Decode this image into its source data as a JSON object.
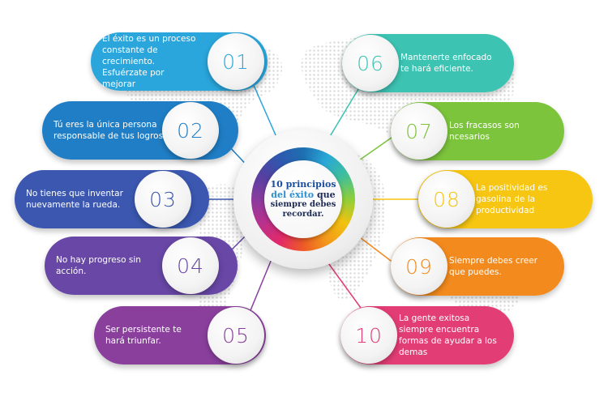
{
  "hub": {
    "title_part1": "10 principios",
    "title_part2": "del éxito",
    "title_part3": " que",
    "subtitle_line1": "siempre debes",
    "subtitle_line2": "recordar."
  },
  "principles": [
    {
      "number": "01",
      "text": "El éxito es un proceso constante de crecimiento. Esfuérzate por mejorar",
      "color": "#2aa6dc"
    },
    {
      "number": "02",
      "text": "Tú eres la única persona responsable de tus logros.",
      "color": "#1f7ec5"
    },
    {
      "number": "03",
      "text": "No tienes que inventar nuevamente la rueda.",
      "color": "#3b57b0"
    },
    {
      "number": "04",
      "text": "No hay progreso sin acción.",
      "color": "#6847a6"
    },
    {
      "number": "05",
      "text": "Ser persistente te hará triunfar.",
      "color": "#8a3f9d"
    },
    {
      "number": "06",
      "text": "Mantenerte enfocado te hará eficiente.",
      "color": "#3cc3b2"
    },
    {
      "number": "07",
      "text": "Los fracasos son ncesarios",
      "color": "#7cc43c"
    },
    {
      "number": "08",
      "text": "La positividad es gasolina de la productividad",
      "color": "#f6c612"
    },
    {
      "number": "09",
      "text": "Siempre debes creer que puedes.",
      "color": "#f28a1e"
    },
    {
      "number": "10",
      "text": "La gente exitosa siempre encuentra formas de ayudar a los demas",
      "color": "#e23d75"
    }
  ]
}
